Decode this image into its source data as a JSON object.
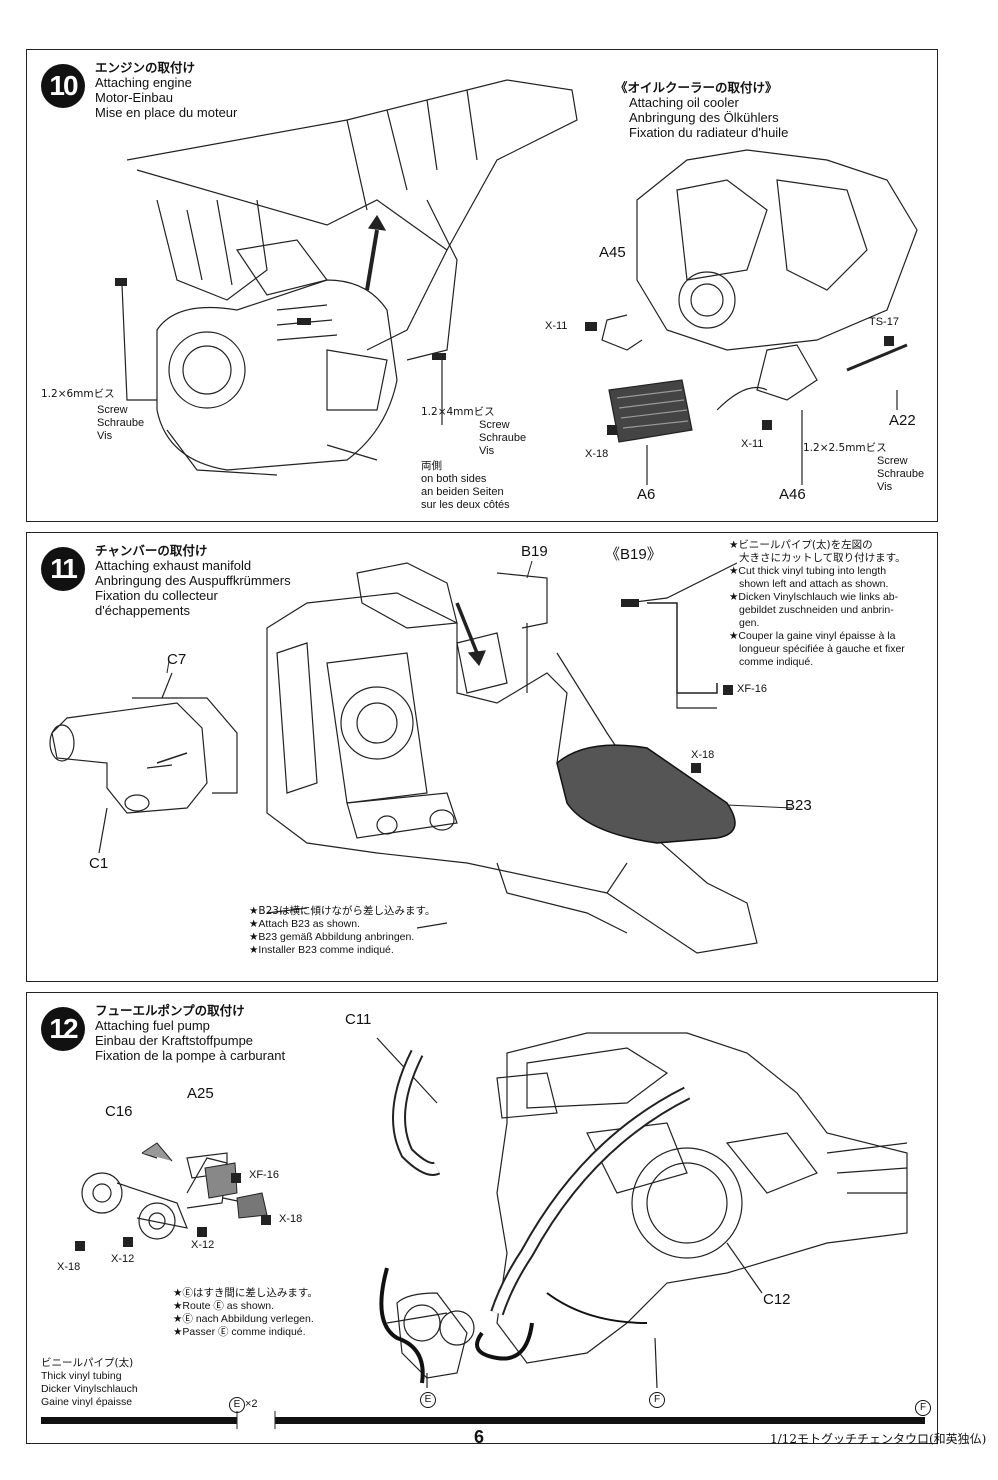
{
  "steps": [
    {
      "number": "10",
      "titles": [
        "エンジンの取付け",
        "Attaching engine",
        "Motor-Einbau",
        "Mise en place du moteur"
      ],
      "sub_titles": [
        "《オイルクーラーの取付け》",
        "Attaching oil cooler",
        "Anbringung des Ölkühlers",
        "Fixation du radiateur d'huile"
      ],
      "screw_left": {
        "size": "1.2×6mmビス",
        "lines": [
          "Screw",
          "Schraube",
          "Vis"
        ]
      },
      "screw_mid": {
        "size": "1.2×4mmビス",
        "lines": [
          "Screw",
          "Schraube",
          "Vis"
        ]
      },
      "both_sides": [
        "両側",
        "on both sides",
        "an beiden Seiten",
        "sur les deux côtés"
      ],
      "screw_right": {
        "size": "1.2×2.5mmビス",
        "lines": [
          "Screw",
          "Schraube",
          "Vis"
        ]
      },
      "parts": {
        "a45": "A45",
        "x11a": "X-11",
        "x11b": "X-11",
        "x18": "X-18",
        "a6": "A6",
        "a46": "A46",
        "ts17": "TS-17",
        "a22": "A22"
      }
    },
    {
      "number": "11",
      "titles": [
        "チャンバーの取付け",
        "Attaching exhaust manifold",
        "Anbringung des Auspuffkrümmers",
        "Fixation du collecteur",
        "d'échappements"
      ],
      "parts": {
        "c7": "C7",
        "c1": "C1",
        "b19": "B19",
        "b19_detail": "《B19》",
        "xf16": "XF-16",
        "x18": "X-18",
        "b23": "B23"
      },
      "tube_note": [
        "★ビニールパイプ(太)を左図の",
        "大きさにカットして取り付けます。",
        "★Cut thick vinyl tubing into length",
        "shown left and attach as shown.",
        "★Dicken Vinylschlauch wie links ab-",
        "gebildet zuschneiden und anbrin-",
        "gen.",
        "★Couper la gaine vinyl épaisse à la",
        "longueur spécifiée à gauche et fixer",
        "comme indiqué."
      ],
      "b23_note": [
        "★B23は横に傾けながら差し込みます。",
        "★Attach B23 as shown.",
        "★B23 gemäß Abbildung anbringen.",
        "★Installer B23 comme indiqué."
      ]
    },
    {
      "number": "12",
      "titles": [
        "フューエルポンプの取付け",
        "Attaching fuel pump",
        "Einbau der Kraftstoffpumpe",
        "Fixation de la pompe à carburant"
      ],
      "parts": {
        "c16": "C16",
        "a25": "A25",
        "xf16": "XF-16",
        "x18a": "X-18",
        "x18b": "X-18",
        "x12a": "X-12",
        "x12b": "X-12",
        "c11": "C11",
        "c12": "C12",
        "e": "E",
        "f": "F"
      },
      "route_note": [
        "★Ⓔはすき間に差し込みます。",
        "★Route Ⓔ as shown.",
        "★Ⓔ nach Abbildung verlegen.",
        "★Passer Ⓔ comme indiqué."
      ],
      "tubing": [
        "ビニールパイプ(太)",
        "Thick vinyl tubing",
        "Dicker Vinylschlauch",
        "Gaine vinyl épaisse"
      ],
      "tube_e_qty": "×2"
    }
  ],
  "footer": {
    "page": "6",
    "title": "1/12モトグッチチェンタウロ(和英独仏)"
  }
}
